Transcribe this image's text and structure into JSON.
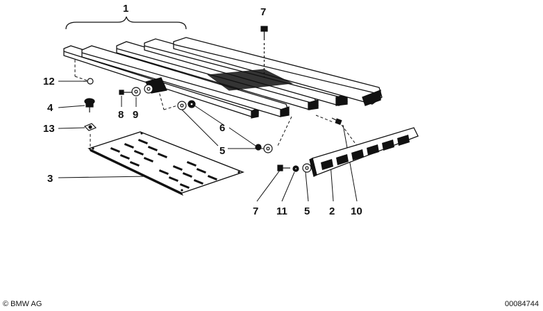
{
  "callouts": {
    "c1": "1",
    "c7a": "7",
    "c12": "12",
    "c4": "4",
    "c8": "8",
    "c9": "9",
    "c13": "13",
    "c6": "6",
    "c5a": "5",
    "c3": "3",
    "c7b": "7",
    "c11": "11",
    "c5b": "5",
    "c2": "2",
    "c10": "10"
  },
  "footer": {
    "copyright": "© BMW AG",
    "doc_number": "00084744"
  },
  "colors": {
    "ink": "#111111",
    "paper": "#ffffff"
  }
}
